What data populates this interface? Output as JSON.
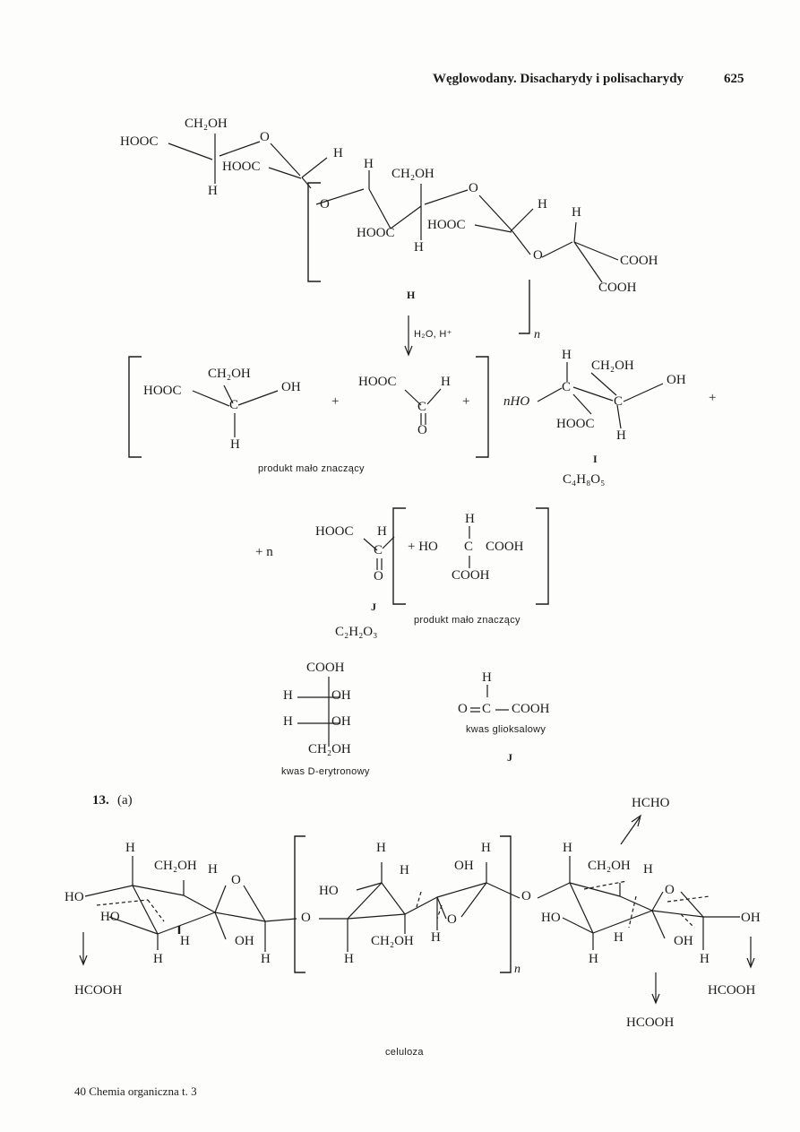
{
  "header": {
    "running_title": "Węglowodany. Disacharydy i polisacharydy",
    "page_number": "625"
  },
  "footer": {
    "signature": "40 Chemia organiczna t. 3"
  },
  "scheme1": {
    "polymer": {
      "groups": [
        "HOOC",
        "CH₂OH",
        "O",
        "H",
        "H",
        "HOOC",
        "O",
        "H",
        "CH₂OH",
        "O",
        "HOOC",
        "H",
        "HOOC",
        "H",
        "H",
        "O",
        "COOH",
        "COOH"
      ],
      "subscript": "n",
      "label": "H"
    },
    "reagent": "H₂O, H⁺",
    "product_minor1": {
      "groups": [
        "CH₂OH",
        "HOOC",
        "C",
        "OH",
        "H"
      ],
      "plus": "+"
    },
    "product_glyoxal": {
      "groups": [
        "HOOC",
        "H",
        "C",
        "O"
      ],
      "plus": "+"
    },
    "product_minor_caption": "produkt mało znaczący",
    "product_I": {
      "groups": [
        "H",
        "CH₂OH",
        "nHO",
        "C",
        "C",
        "OH",
        "HOOC",
        "H"
      ],
      "label": "I",
      "formula": "C₄H₈O₅",
      "plus": "+"
    },
    "product_J": {
      "prefix": "+ n",
      "groups": [
        "HOOC",
        "H",
        "C",
        "O"
      ],
      "label": "J",
      "formula": "C₂H₂O₃"
    },
    "product_minor2": {
      "groups": [
        "H",
        "+ HO",
        "C",
        "COOH",
        "COOH"
      ],
      "caption": "produkt mało znaczący"
    }
  },
  "structures": {
    "erythronic": {
      "groups": [
        "COOH",
        "H",
        "OH",
        "H",
        "OH",
        "CH₂OH"
      ],
      "caption": "kwas D-erytronowy"
    },
    "glyoxylic": {
      "groups": [
        "H",
        "O",
        "C",
        "COOH"
      ],
      "caption": "kwas glioksalowy",
      "label": "J"
    }
  },
  "problem13": {
    "number": "13.",
    "part": "(a)",
    "products": [
      "HCHO",
      "HCOOH",
      "HCOOH",
      "HCOOH"
    ],
    "cellulose_groups": [
      "H",
      "CH₂OH",
      "H",
      "O",
      "HO",
      "HO",
      "H",
      "OH",
      "H",
      "H",
      "H",
      "O",
      "HO",
      "H",
      "OH",
      "H",
      "O",
      "CH₂OH",
      "H",
      "H",
      "O",
      "H",
      "CH₂OH",
      "H",
      "O",
      "HO",
      "OH",
      "H",
      "OH",
      "H",
      "H"
    ],
    "subscript": "n",
    "caption": "celuloza"
  }
}
